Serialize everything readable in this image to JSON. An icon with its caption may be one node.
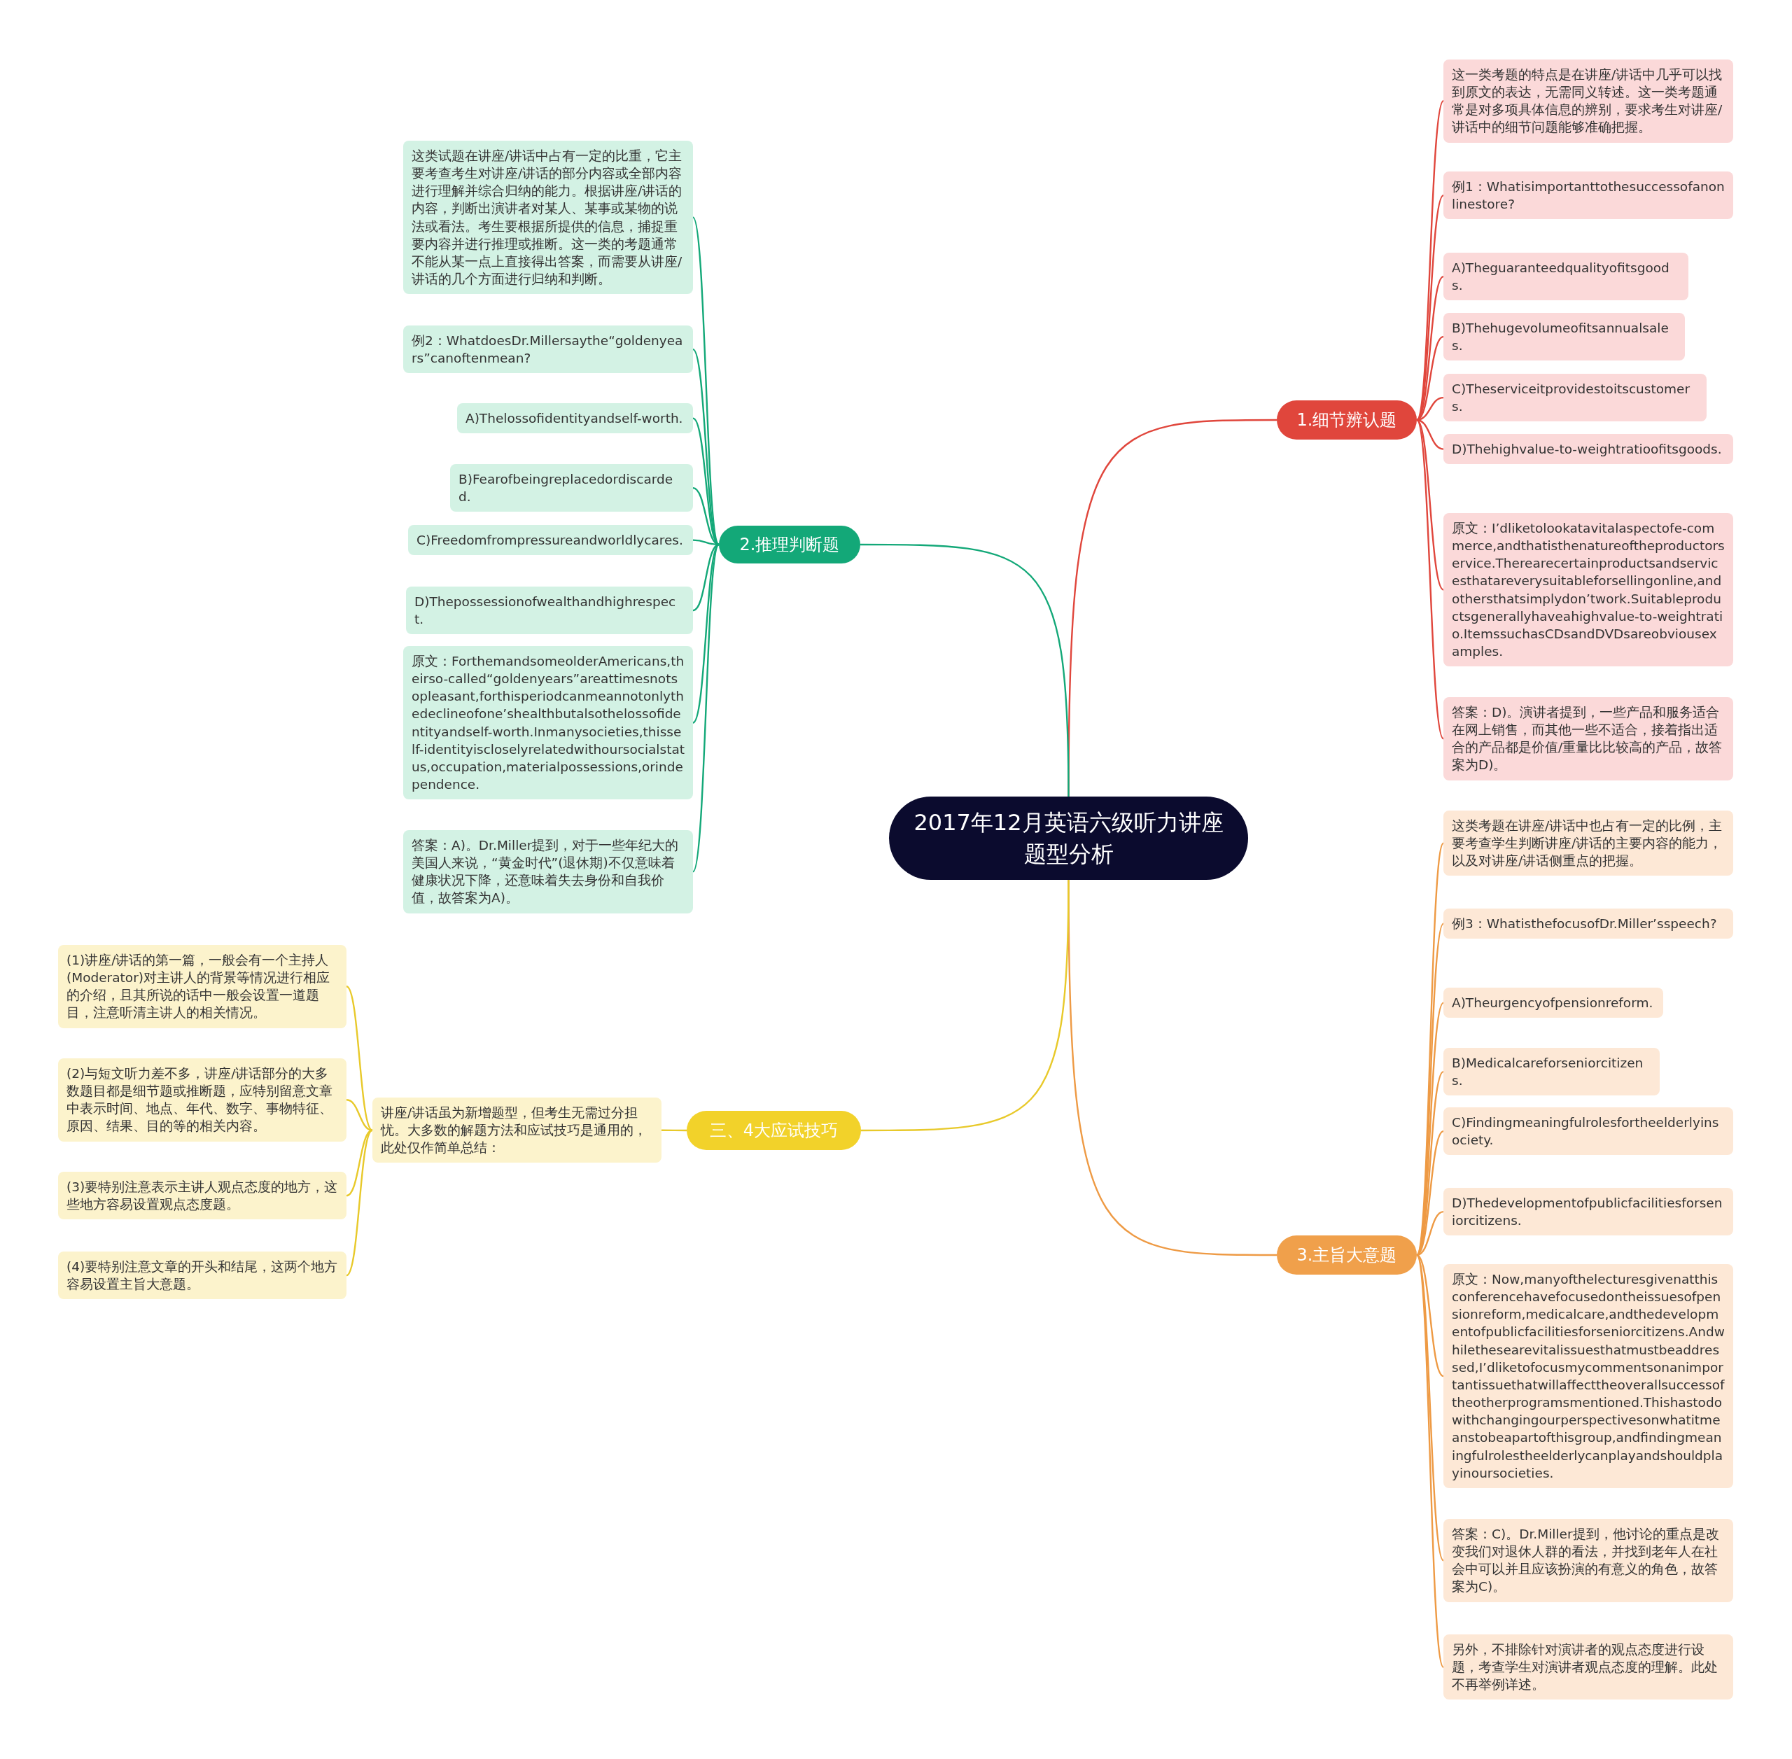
{
  "diagram": {
    "nodes": [
      {
        "text": [
          "2017年12月英语六级听力讲座题型分析"
        ]
      },
      {
        "text": [
          "1.细节辨认题"
        ]
      },
      {
        "text": [
          "这一类考题的特点是在讲座/讲话中几乎可以找到原文的表达，无需同义转述。这一类考题通常是对多项具体信息的辨别，要求考生对讲座/讲话中的细节问题能够准确把握。"
        ]
      },
      {
        "text": [
          "例1：Whatisimportanttothesuccessofanonlinestore?"
        ]
      },
      {
        "text": [
          "A)Theguaranteedqualityofitsgoods."
        ]
      },
      {
        "text": [
          "B)Thehugevolumeofitsannualsales."
        ]
      },
      {
        "text": [
          "C)Theserviceitprovidestoitscustomers."
        ]
      },
      {
        "text": [
          "D)Thehighvalue-to-weightratioofitsgoods."
        ]
      },
      {
        "text": [
          "原文：I’dliketolookatavitalaspectofe-commerce,andthatisthenatureoftheproductorservice.Therearecertainproductsandservicesthatareverysuitableforsellingonline,andothersthatsimplydon’twork.Suitableproductsgenerallyhaveahighvalue-to-weightratio.ItemssuchasCDsandDVDsareobviousexamples."
        ]
      },
      {
        "text": [
          "答案：D)。演讲者提到，一些产品和服务适合在网上销售，而其他一些不适合，接着指出适合的产品都是价值/重量比比较高的产品，故答案为D)。"
        ]
      },
      {
        "text": [
          "2.推理判断题"
        ]
      },
      {
        "text": [
          "这类试题在讲座/讲话中占有一定的比重，它主要考查考生对讲座/讲话的部分内容或全部内容进行理解并综合归纳的能力。根据讲座/讲话的内容，判断出演讲者对某人、某事或某物的说法或看法。考生要根据所提供的信息，捕捉重要内容并进行推理或推断。这一类的考题通常不能从某一点上直接得出答案，而需要从讲座/讲话的几个方面进行归纳和判断。"
        ]
      },
      {
        "text": [
          "例2：WhatdoesDr.Millersaythe“goldenyears”canoftenmean?"
        ]
      },
      {
        "text": [
          "A)Thelossofidentityandself-worth."
        ]
      },
      {
        "text": [
          "B)Fearofbeingreplacedordiscarded."
        ]
      },
      {
        "text": [
          "C)Freedomfrompressureandworldlycares."
        ]
      },
      {
        "text": [
          "D)Thepossessionofwealthandhighrespect."
        ]
      },
      {
        "text": [
          "原文：ForthemandsomeolderAmericans,theirso-called“goldenyears”areattimesnotsopleasant,forthisperiodcanmeannotonlythedeclineofone’shealthbutalsothelossofidentityandself-worth.Inmanysocieties,thisself-identityiscloselyrelatedwithoursocialstatus,occupation,materialpossessions,orindependence."
        ]
      },
      {
        "text": [
          "答案：A)。Dr.Miller提到，对于一些年纪大的美国人来说，“黄金时代”(退休期)不仅意味着健康状况下降，还意味着失去身份和自我价值，故答案为A)。"
        ]
      },
      {
        "text": [
          "3.主旨大意题"
        ]
      },
      {
        "text": [
          "这类考题在讲座/讲话中也占有一定的比例，主要考查学生判断讲座/讲话的主要内容的能力，以及对讲座/讲话侧重点的把握。"
        ]
      },
      {
        "text": [
          "例3：WhatisthefocusofDr.Miller’sspeech?"
        ]
      },
      {
        "text": [
          "A)Theurgencyofpensionreform."
        ]
      },
      {
        "text": [
          "B)Medicalcareforseniorcitizens."
        ]
      },
      {
        "text": [
          "C)Findingmeaningfulrolesfortheelderlyinsociety."
        ]
      },
      {
        "text": [
          "D)Thedevelopmentofpublicfacilitiesforseniorcitizens."
        ]
      },
      {
        "text": [
          "原文：Now,manyofthelecturesgivenatthisconferencehavefocusedontheissuesofpensionreform,medicalcare,andthedevelopmentofpublicfacilitiesforseniorcitizens.Andwhilethesearevitalissuesthatmustbeaddressed,I’dliketofocusmycommentsonanimportantissuethatwillaffecttheoverallsuccessoftheotherprogramsmentioned.Thishastodowithchangingourperspectivesonwhatitmeanstobeapartofthisgroup,andfindingmeaningfulrolestheelderlycanplayandshouldplayinoursocieties."
        ]
      },
      {
        "text": [
          "答案：C)。Dr.Miller提到，他讨论的重点是改变我们对退休人群的看法，并找到老年人在社会中可以并且应该扮演的有意义的角色，故答案为C)。"
        ]
      },
      {
        "text": [
          "另外，不排除针对演讲者的观点态度进行设题，考查学生对演讲者观点态度的理解。此处不再举例详述。"
        ]
      },
      {
        "text": [
          "三、4大应试技巧"
        ]
      },
      {
        "text": [
          "讲座/讲话虽为新增题型，但考生无需过分担忧。大多数的解题方法和应试技巧是通用的，此处仅作简单总结："
        ]
      },
      {
        "text": [
          "(1)讲座/讲话的第一篇，一般会有一个主持人(Moderator)对主讲人的背景等情况进行相应的介绍，且其所说的话中一般会设置一道题目，注意听清主讲人的相关情况。"
        ]
      },
      {
        "text": [
          "(2)与短文听力差不多，讲座/讲话部分的大多数题目都是细节题或推断题，应特别留意文章中表示时间、地点、年代、数字、事物特征、原因、结果、目的等的相关内容。"
        ]
      },
      {
        "text": [
          "(3)要特别注意表示主讲人观点态度的地方，这些地方容易设置观点态度题。"
        ]
      },
      {
        "text": [
          "(4)要特别注意文章的开头和结尾，这两个地方容易设置主旨大意题。"
        ]
      }
    ],
    "edges": [
      {
        "from": 0,
        "to": 1,
        "arrow": "none",
        "color": "#e0463c"
      },
      {
        "from": 1,
        "to": 2,
        "arrow": "none",
        "color": "#e0463c"
      },
      {
        "from": 1,
        "to": 3,
        "arrow": "none",
        "color": "#e0463c"
      },
      {
        "from": 1,
        "to": 4,
        "arrow": "none",
        "color": "#e0463c"
      },
      {
        "from": 1,
        "to": 5,
        "arrow": "none",
        "color": "#e0463c"
      },
      {
        "from": 1,
        "to": 6,
        "arrow": "none",
        "color": "#e0463c"
      },
      {
        "from": 1,
        "to": 7,
        "arrow": "none",
        "color": "#e0463c"
      },
      {
        "from": 1,
        "to": 8,
        "arrow": "none",
        "color": "#e0463c"
      },
      {
        "from": 1,
        "to": 9,
        "arrow": "none",
        "color": "#e0463c"
      },
      {
        "from": 0,
        "to": 10,
        "arrow": "none",
        "color": "#13a878"
      },
      {
        "from": 10,
        "to": 11,
        "arrow": "none",
        "color": "#13a878"
      },
      {
        "from": 10,
        "to": 12,
        "arrow": "none",
        "color": "#13a878"
      },
      {
        "from": 10,
        "to": 13,
        "arrow": "none",
        "color": "#13a878"
      },
      {
        "from": 10,
        "to": 14,
        "arrow": "none",
        "color": "#13a878"
      },
      {
        "from": 10,
        "to": 15,
        "arrow": "none",
        "color": "#13a878"
      },
      {
        "from": 10,
        "to": 16,
        "arrow": "none",
        "color": "#13a878"
      },
      {
        "from": 10,
        "to": 17,
        "arrow": "none",
        "color": "#13a878"
      },
      {
        "from": 10,
        "to": 18,
        "arrow": "none",
        "color": "#13a878"
      },
      {
        "from": 0,
        "to": 19,
        "arrow": "none",
        "color": "#ee9a44"
      },
      {
        "from": 19,
        "to": 20,
        "arrow": "none",
        "color": "#ee9a44"
      },
      {
        "from": 19,
        "to": 21,
        "arrow": "none",
        "color": "#ee9a44"
      },
      {
        "from": 19,
        "to": 22,
        "arrow": "none",
        "color": "#ee9a44"
      },
      {
        "from": 19,
        "to": 23,
        "arrow": "none",
        "color": "#ee9a44"
      },
      {
        "from": 19,
        "to": 24,
        "arrow": "none",
        "color": "#ee9a44"
      },
      {
        "from": 19,
        "to": 25,
        "arrow": "none",
        "color": "#ee9a44"
      },
      {
        "from": 19,
        "to": 26,
        "arrow": "none",
        "color": "#ee9a44"
      },
      {
        "from": 19,
        "to": 27,
        "arrow": "none",
        "color": "#ee9a44"
      },
      {
        "from": 19,
        "to": 28,
        "arrow": "none",
        "color": "#ee9a44"
      },
      {
        "from": 0,
        "to": 29,
        "arrow": "none",
        "color": "#e8c92a"
      },
      {
        "from": 29,
        "to": 30,
        "arrow": "none",
        "color": "#e8c92a"
      },
      {
        "from": 30,
        "to": 31,
        "arrow": "none",
        "color": "#e8c92a"
      },
      {
        "from": 30,
        "to": 32,
        "arrow": "none",
        "color": "#e8c92a"
      },
      {
        "from": 30,
        "to": 33,
        "arrow": "none",
        "color": "#e8c92a"
      },
      {
        "from": 30,
        "to": 34,
        "arrow": "none",
        "color": "#e8c92a"
      }
    ]
  }
}
